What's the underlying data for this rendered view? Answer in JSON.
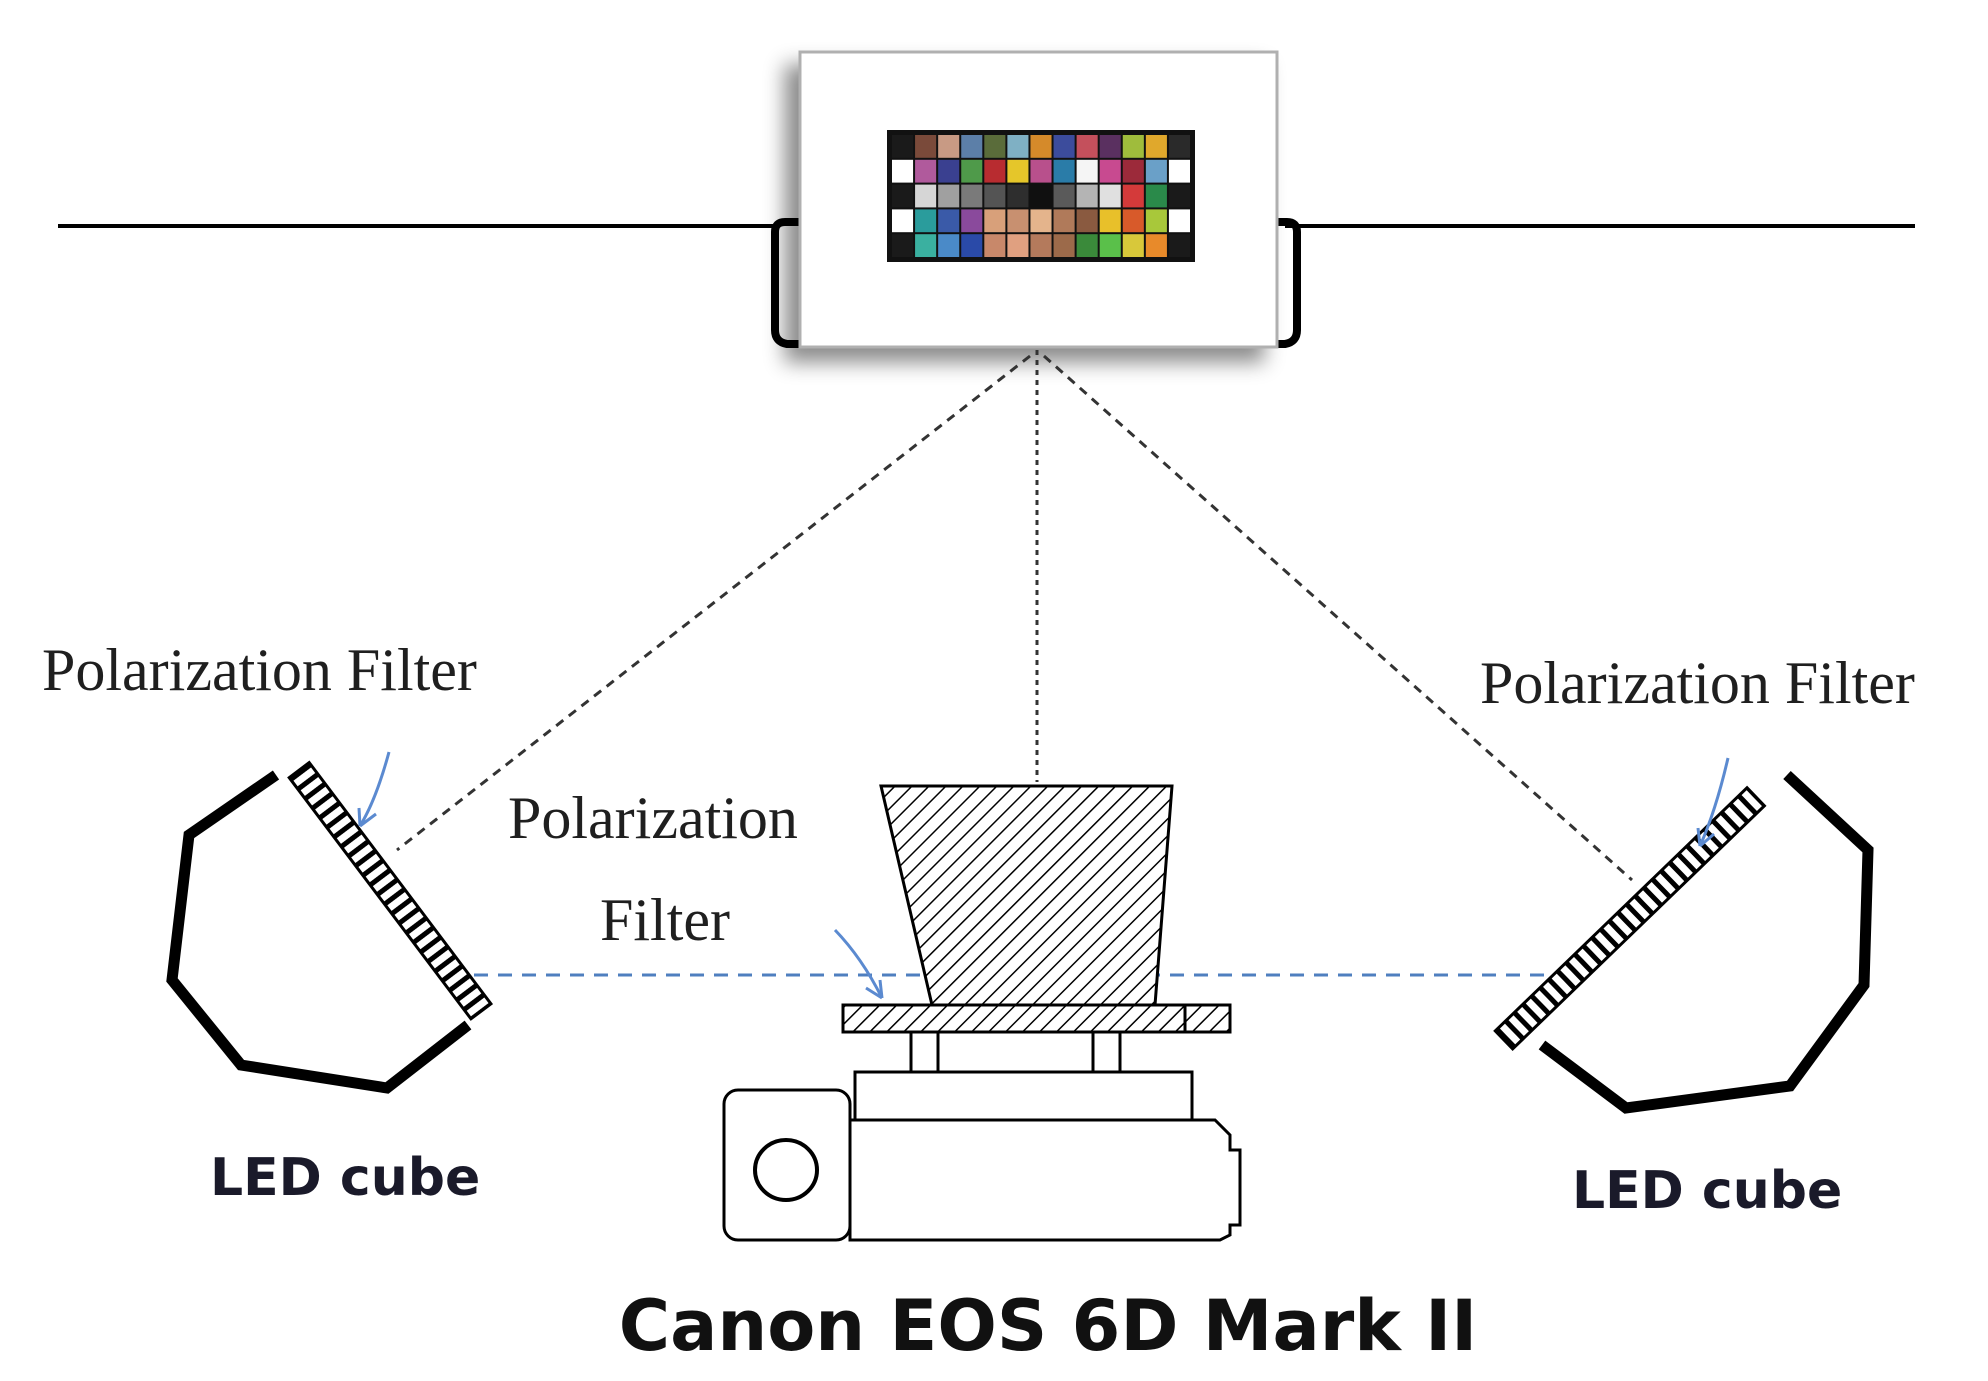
{
  "labels": {
    "filter_left": "Polarization Filter",
    "filter_right": "Polarization Filter",
    "filter_center_line1": "Polarization",
    "filter_center_line2": "Filter",
    "led_left": "LED cube",
    "led_right": "LED cube",
    "camera": "Canon EOS 6D Mark II"
  },
  "colors": {
    "line": "#000000",
    "dashed_blue": "#4f7fbf",
    "arrow_blue": "#5b8ad0"
  },
  "color_chart": {
    "rows": [
      [
        "#1a1a1a",
        "#7a4a3a",
        "#c89a84",
        "#5c7fa8",
        "#5a6c3a",
        "#7fb0c4",
        "#d58a2a",
        "#3c4c9c",
        "#c4505c",
        "#5a3060",
        "#9fbc3c",
        "#e0a82c",
        "#2a2a2a"
      ],
      [
        "#ffffff",
        "#b05a9c",
        "#3a4090",
        "#4f9a4a",
        "#b82c30",
        "#e5c62a",
        "#b8508c",
        "#2a7ca8",
        "#f5f5f5",
        "#c84a90",
        "#9c2a3a",
        "#6aa0c8",
        "#ffffff"
      ],
      [
        "#1a1a1a",
        "#d6d6d6",
        "#a0a0a0",
        "#7a7a7a",
        "#545454",
        "#2e2e2e",
        "#101010",
        "#5a5a5a",
        "#b4b4b4",
        "#e0e0e0",
        "#d43a3a",
        "#2a8a4a",
        "#1a1a1a"
      ],
      [
        "#ffffff",
        "#2a9c9c",
        "#3a5aa8",
        "#8a4a9c",
        "#d8a07a",
        "#c89070",
        "#e4b48c",
        "#b07a5a",
        "#8a5a40",
        "#e8c02a",
        "#d85a2a",
        "#a8c83a",
        "#ffffff"
      ],
      [
        "#1a1a1a",
        "#3ab0a0",
        "#4a8ac8",
        "#2a4aa8",
        "#c8886a",
        "#e0a080",
        "#b47a5c",
        "#9c6a4a",
        "#3a8a3a",
        "#5ac04a",
        "#d8c83a",
        "#e88a2a",
        "#1a1a1a"
      ]
    ]
  }
}
